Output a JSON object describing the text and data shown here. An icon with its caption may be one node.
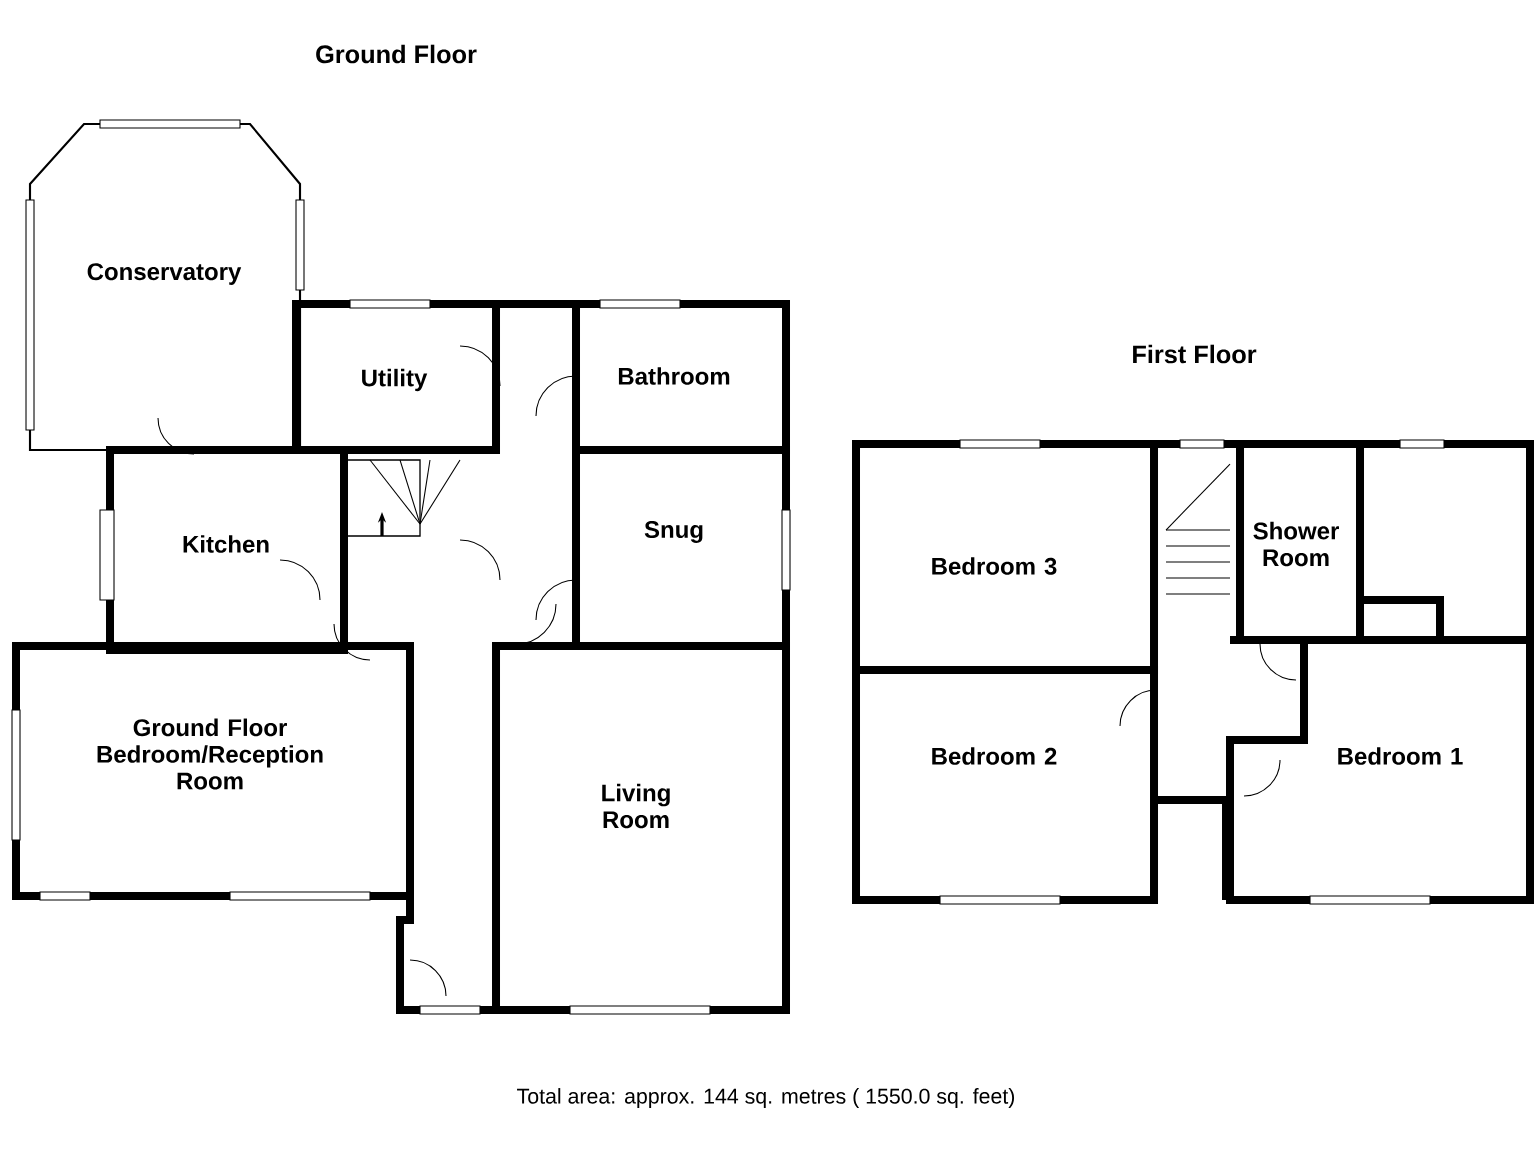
{
  "diagram": {
    "caption": "Total area: approx.  144  sq. metres ( 1550.0 sq. feet)",
    "nodes": [
      {
        "text": [
          "Conservatory"
        ]
      },
      {
        "text": [
          "Utility"
        ]
      },
      {
        "text": [
          "Bathroom"
        ]
      },
      {
        "text": [
          "Kitchen"
        ]
      },
      {
        "text": [
          "Snug"
        ]
      },
      {
        "text": [
          "Ground Floor Bedroom/Reception Room"
        ]
      },
      {
        "text": [
          "Living Room"
        ]
      },
      {
        "text": [
          "Bedroom 3"
        ]
      },
      {
        "text": [
          "Shower Room"
        ]
      },
      {
        "text": [
          "Bedroom 2"
        ]
      },
      {
        "text": [
          "Bedroom 1"
        ]
      }
    ],
    "labels": [
      "Ground Floor",
      "First Floor"
    ]
  }
}
